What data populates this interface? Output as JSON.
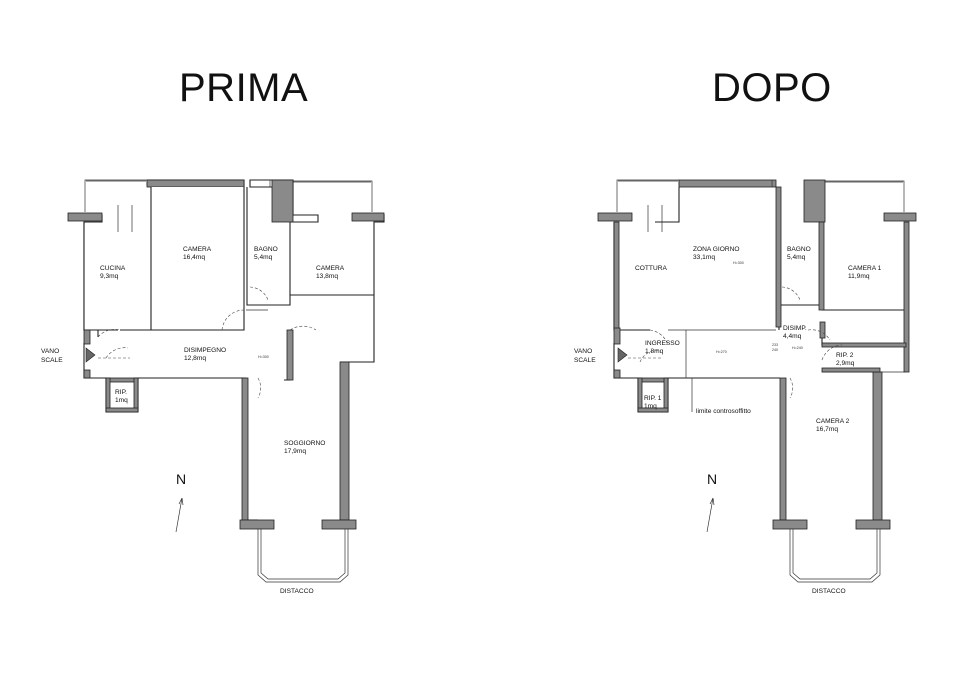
{
  "titles": {
    "before": "PRIMA",
    "after": "DOPO"
  },
  "north_label": "N",
  "before": {
    "rooms": [
      {
        "name": "CUCINA",
        "area": "9,3mq"
      },
      {
        "name": "CAMERA",
        "area": "16,4mq"
      },
      {
        "name": "BAGNO",
        "area": "5,4mq"
      },
      {
        "name": "CAMERA",
        "area": "13,8mq"
      },
      {
        "name": "DISIMPEGNO",
        "area": "12,8mq"
      },
      {
        "name": "RIP.",
        "area": "1mq"
      },
      {
        "name": "SOGGIORNO",
        "area": "17,9mq"
      }
    ],
    "stair_label": [
      "VANO",
      "SCALE"
    ],
    "detachment": "DISTACCO",
    "height_notes": [
      "H=300"
    ]
  },
  "after": {
    "rooms": [
      {
        "name": "COTTURA",
        "area": ""
      },
      {
        "name": "ZONA GIORNO",
        "area": "33,1mq"
      },
      {
        "name": "BAGNO",
        "area": "5,4mq"
      },
      {
        "name": "CAMERA 1",
        "area": "11,9mq"
      },
      {
        "name": "INGRESSO",
        "area": "1,8mq"
      },
      {
        "name": "DISIMP.",
        "area": "4,4mq"
      },
      {
        "name": "RIP. 2",
        "area": "2,9mq"
      },
      {
        "name": "RIP. 1",
        "area": "1mq"
      },
      {
        "name": "CAMERA 2",
        "area": "16,7mq"
      }
    ],
    "stair_label": [
      "VANO",
      "SCALE"
    ],
    "detachment": "DISTACCO",
    "ceiling_note": "limite controsoffitto",
    "height_notes": [
      "H=300",
      "H=270",
      "H=240",
      "233",
      "240"
    ]
  }
}
